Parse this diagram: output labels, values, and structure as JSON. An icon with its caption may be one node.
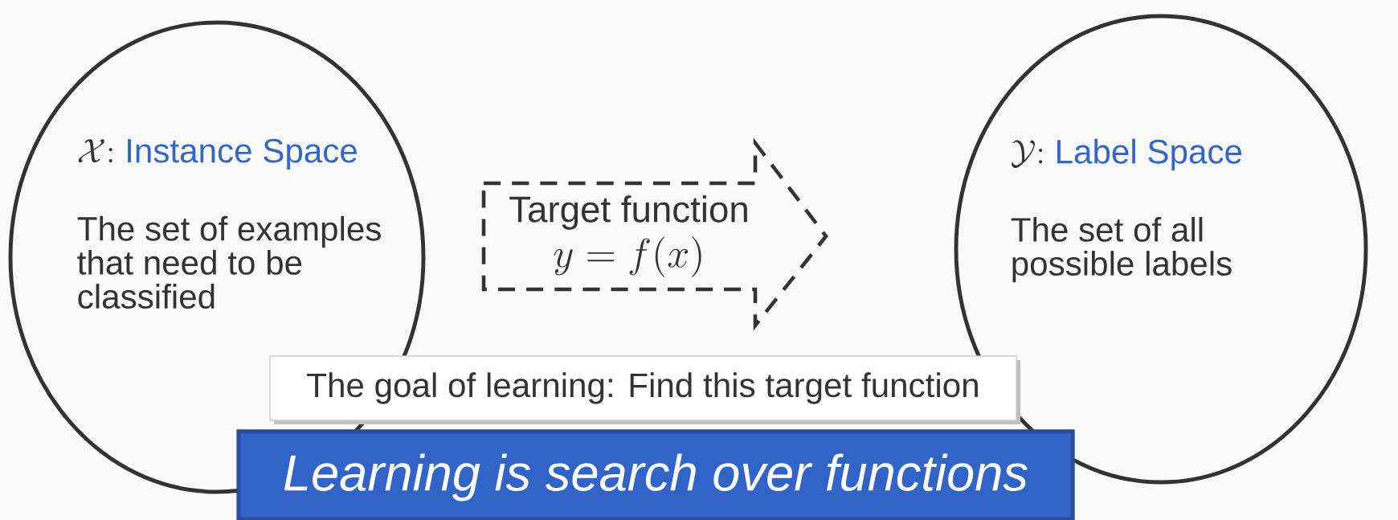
{
  "diagram": {
    "nodes": [
      {
        "text": [
          "\\mathcal{X}{:}",
          "Instance Space",
          "The set of examples that need to be classified"
        ]
      },
      {
        "text": [
          "\\mathcal{Y}{:}",
          "Label Space",
          "The set of all possible labels"
        ]
      },
      {
        "text": [
          "Target function",
          "y = f(x)"
        ]
      },
      {
        "text": [
          "The goal of learning: Find this target function"
        ]
      },
      {
        "text": [
          "Learning is search over functions"
        ]
      }
    ]
  }
}
